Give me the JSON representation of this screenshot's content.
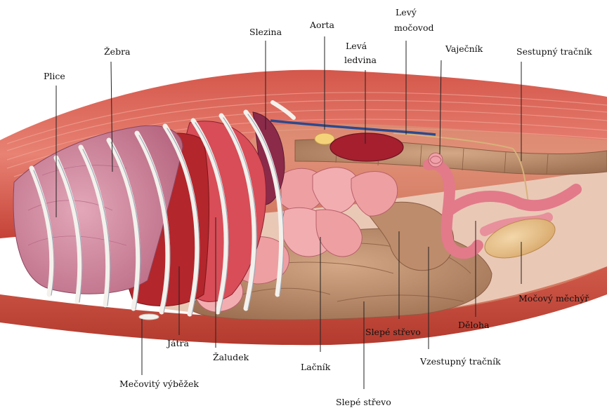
{
  "labels": {
    "plice": "Plice",
    "zebra": "Žebra",
    "slezina": "Slezina",
    "aorta": "Aorta",
    "leva_ledvina_1": "Levá",
    "leva_ledvina_2": "ledvina",
    "levy_mocovod_1": "Levý",
    "levy_mocovod_2": "močovod",
    "vajecnik": "Vaječník",
    "sestupny_tracnik": "Sestupný tračník",
    "mocovy_mechyr": "Močový měchýř",
    "deloha": "Děloha",
    "vzestupny_tracnik": "Vzestupný tračník",
    "slepe_strevo_upper": "Slepé střevo",
    "slepe_strevo_lower": "Slepé střevo",
    "lacnik": "Lačník",
    "zaludek": "Žaludek",
    "jatra": "Játra",
    "mecovity_vybezek": "Mečovitý výběžek"
  },
  "colors": {
    "muscle": "#c8473d",
    "muscle_light": "#e07a6a",
    "lung": "#c77a92",
    "rib": "#f4f1ec",
    "liver": "#b3262c",
    "spleen": "#8c2a4a",
    "kidney": "#a51f2f",
    "jejunum": "#ee9fa2",
    "colon": "#b98a6a",
    "cecum": "#c09070",
    "uterus": "#e27a8a",
    "bladder": "#e8c08a",
    "aorta": "#2c4a8c",
    "leader_line": "#222222"
  }
}
